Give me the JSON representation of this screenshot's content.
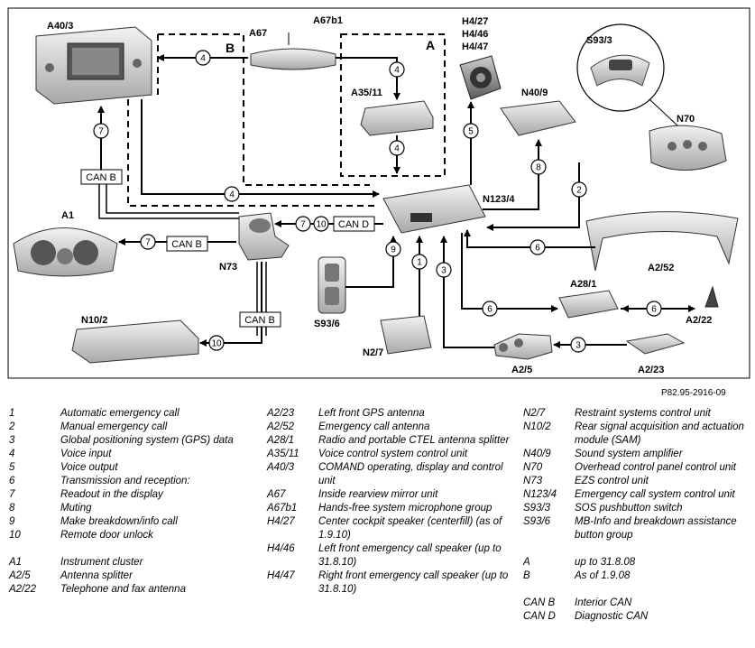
{
  "diagram": {
    "component_labels": {
      "A40_3": "A40/3",
      "A67": "A67",
      "A67b1": "A67b1",
      "H4": [
        "H4/27",
        "H4/46",
        "H4/47"
      ],
      "S93_3": "S93/3",
      "N40_9": "N40/9",
      "N70": "N70",
      "A35_11": "A35/11",
      "N123_4": "N123/4",
      "A1": "A1",
      "N73": "N73",
      "A2_52": "A2/52",
      "S93_6": "S93/6",
      "A28_1": "A28/1",
      "A2_22": "A2/22",
      "N10_2": "N10/2",
      "N2_7": "N2/7",
      "A2_5": "A2/5",
      "A2_23": "A2/23"
    },
    "group_labels": {
      "A": "A",
      "B": "B"
    },
    "can_labels": {
      "can_b": "CAN B",
      "can_d": "CAN D"
    },
    "connection_numbers": {
      "n1": "1",
      "n2": "2",
      "n3": "3",
      "n3b": "3",
      "n4a": "4",
      "n4b": "4",
      "n4c": "4",
      "n4d": "4",
      "n5": "5",
      "n6a": "6",
      "n6b": "6",
      "n6c": "6",
      "n7a": "7",
      "n7b": "7",
      "n7c": "7",
      "n8": "8",
      "n9": "9",
      "n10a": "10",
      "n10b": "10"
    },
    "reference": "P82.95-2916-09"
  },
  "legend": {
    "col1": [
      {
        "key": "1",
        "value": "Automatic emergency call"
      },
      {
        "key": "2",
        "value": "Manual emergency call"
      },
      {
        "key": "3",
        "value": "Global positioning system (GPS) data"
      },
      {
        "key": "4",
        "value": "Voice input"
      },
      {
        "key": "5",
        "value": "Voice output"
      },
      {
        "key": "6",
        "value": "Transmission and reception:"
      },
      {
        "key": "7",
        "value": "Readout  in the display"
      },
      {
        "key": "8",
        "value": "Muting"
      },
      {
        "key": "9",
        "value": "Make breakdown/info call"
      },
      {
        "key": "10",
        "value": "Remote door unlock"
      },
      {
        "key": "",
        "value": ""
      },
      {
        "key": "A1",
        "value": "Instrument cluster"
      },
      {
        "key": "A2/5",
        "value": "Antenna splitter"
      },
      {
        "key": "A2/22",
        "value": "Telephone and fax antenna"
      }
    ],
    "col2": [
      {
        "key": "A2/23",
        "value": "Left front GPS antenna"
      },
      {
        "key": "A2/52",
        "value": "Emergency call antenna"
      },
      {
        "key": "A28/1",
        "value": "Radio and portable CTEL antenna splitter"
      },
      {
        "key": "A35/11",
        "value": "Voice control system control unit"
      },
      {
        "key": "A40/3",
        "value": "COMAND operating, display and control unit"
      },
      {
        "key": "A67",
        "value": "Inside rearview mirror unit"
      },
      {
        "key": "A67b1",
        "value": "Hands-free system microphone group"
      },
      {
        "key": "H4/27",
        "value": "Center cockpit speaker (centerfill) (as of 1.9.10)"
      },
      {
        "key": "H4/46",
        "value": "Left front emergency call speaker (up to 31.8.10)"
      },
      {
        "key": "H4/47",
        "value": "Right front emergency call speaker (up to 31.8.10)"
      }
    ],
    "col3": [
      {
        "key": "N2/7",
        "value": "Restraint systems control unit"
      },
      {
        "key": "N10/2",
        "value": "Rear signal acquisition and actuation module (SAM)"
      },
      {
        "key": "N40/9",
        "value": "Sound system amplifier"
      },
      {
        "key": "N70",
        "value": "Overhead control panel control unit"
      },
      {
        "key": "N73",
        "value": "EZS control unit"
      },
      {
        "key": "N123/4",
        "value": "Emergency call system control unit"
      },
      {
        "key": "S93/3",
        "value": "SOS pushbutton switch"
      },
      {
        "key": "S93/6",
        "value": "MB-Info and breakdown assistance button group"
      },
      {
        "key": "",
        "value": ""
      },
      {
        "key": "A",
        "value": "up to 31.8.08"
      },
      {
        "key": "B",
        "value": "As of 1.9.08"
      },
      {
        "key": "",
        "value": ""
      },
      {
        "key": "CAN B",
        "value": "Interior CAN"
      },
      {
        "key": "CAN D",
        "value": "Diagnostic CAN"
      }
    ]
  }
}
